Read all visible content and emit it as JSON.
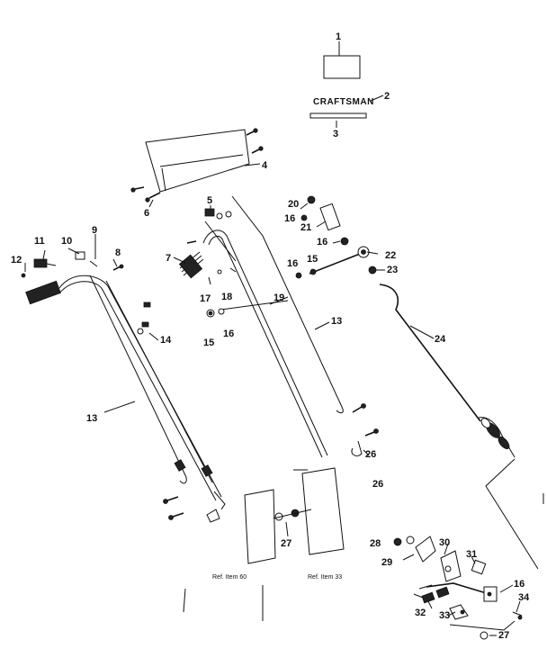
{
  "brand": {
    "text": "CRAFTSMAN"
  },
  "callouts": [
    "1",
    "2",
    "3",
    "4",
    "5",
    "6",
    "7",
    "8",
    "9",
    "10",
    "11",
    "12",
    "13",
    "13",
    "14",
    "15",
    "15",
    "16",
    "16",
    "16",
    "16",
    "17",
    "18",
    "19",
    "20",
    "21",
    "22",
    "23",
    "24",
    "26",
    "26",
    "27",
    "27",
    "28",
    "29",
    "30",
    "31",
    "32",
    "33",
    "16",
    "34"
  ],
  "references": [
    "Ref. Item 60",
    "Ref. Item 33"
  ]
}
